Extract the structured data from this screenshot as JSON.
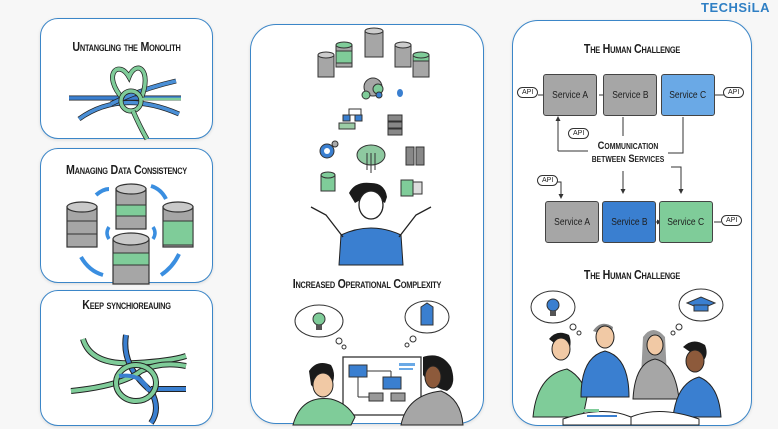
{
  "brand": {
    "logo_text": "TECHSiLA",
    "accent": "#2f7fc4"
  },
  "colors": {
    "panel_border": "#3b86c8",
    "blue": "#3a7fd0",
    "light_blue": "#6aa9e6",
    "green": "#7fcc99",
    "gray": "#a6a6a6"
  },
  "left_column": {
    "panels": [
      {
        "title": "Untangling the Monolith",
        "illustration": "knot-icon"
      },
      {
        "title": "Managing Data Consistency",
        "illustration": "database-sync-icon"
      },
      {
        "title": "Keep synchioreauing",
        "illustration": "tangled-ropes-icon"
      }
    ]
  },
  "center_panel": {
    "title": "Increased Operational Complexity",
    "top_illustration": "person-juggling-infrastructure-icon",
    "bottom_illustration": "team-whiteboard-icon"
  },
  "right_panel": {
    "title": "The Human Challenge",
    "top_row": [
      {
        "label": "Service A",
        "color": "#a6a6a6"
      },
      {
        "label": "Service B",
        "color": "#a6a6a6"
      },
      {
        "label": "Service C",
        "color": "#6aa9e6"
      }
    ],
    "bottom_row": [
      {
        "label": "Service A",
        "color": "#a6a6a6"
      },
      {
        "label": "Service B",
        "color": "#3a7fd0"
      },
      {
        "label": "Service C",
        "color": "#7fcc99"
      }
    ],
    "api_label": "API",
    "communication_label_line1": "Communication",
    "communication_label_line2": "between Services",
    "subtitle": "The Human Challenge",
    "bottom_illustration": "team-collaboration-icon"
  }
}
